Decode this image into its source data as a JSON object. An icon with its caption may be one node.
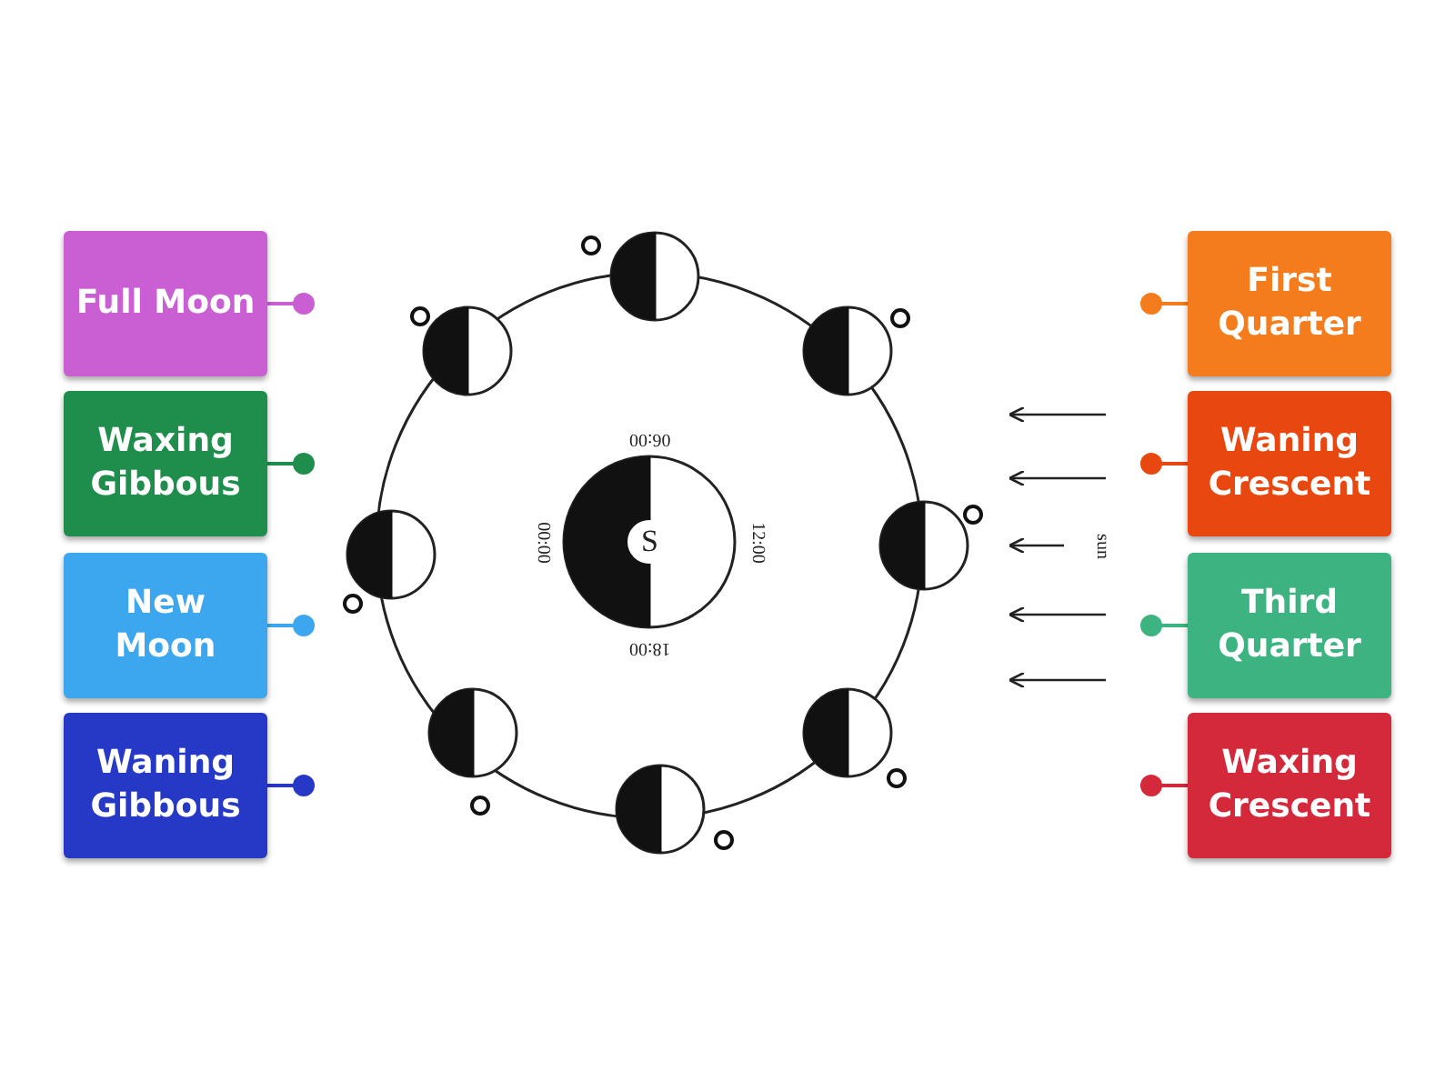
{
  "diagram": {
    "nodes": [
      {
        "text": [
          "Full Moon"
        ]
      },
      {
        "text": [
          "Waxing Gibbous"
        ]
      },
      {
        "text": [
          "New Moon"
        ]
      },
      {
        "text": [
          "Waning Gibbous"
        ]
      },
      {
        "text": [
          "First Quarter"
        ]
      },
      {
        "text": [
          "Waning Crescent"
        ]
      },
      {
        "text": [
          "Third Quarter"
        ]
      },
      {
        "text": [
          "Waxing Crescent"
        ]
      }
    ],
    "labels": [
      "06:00",
      "12:00",
      "18:00",
      "00:00",
      "S",
      "sun"
    ]
  }
}
